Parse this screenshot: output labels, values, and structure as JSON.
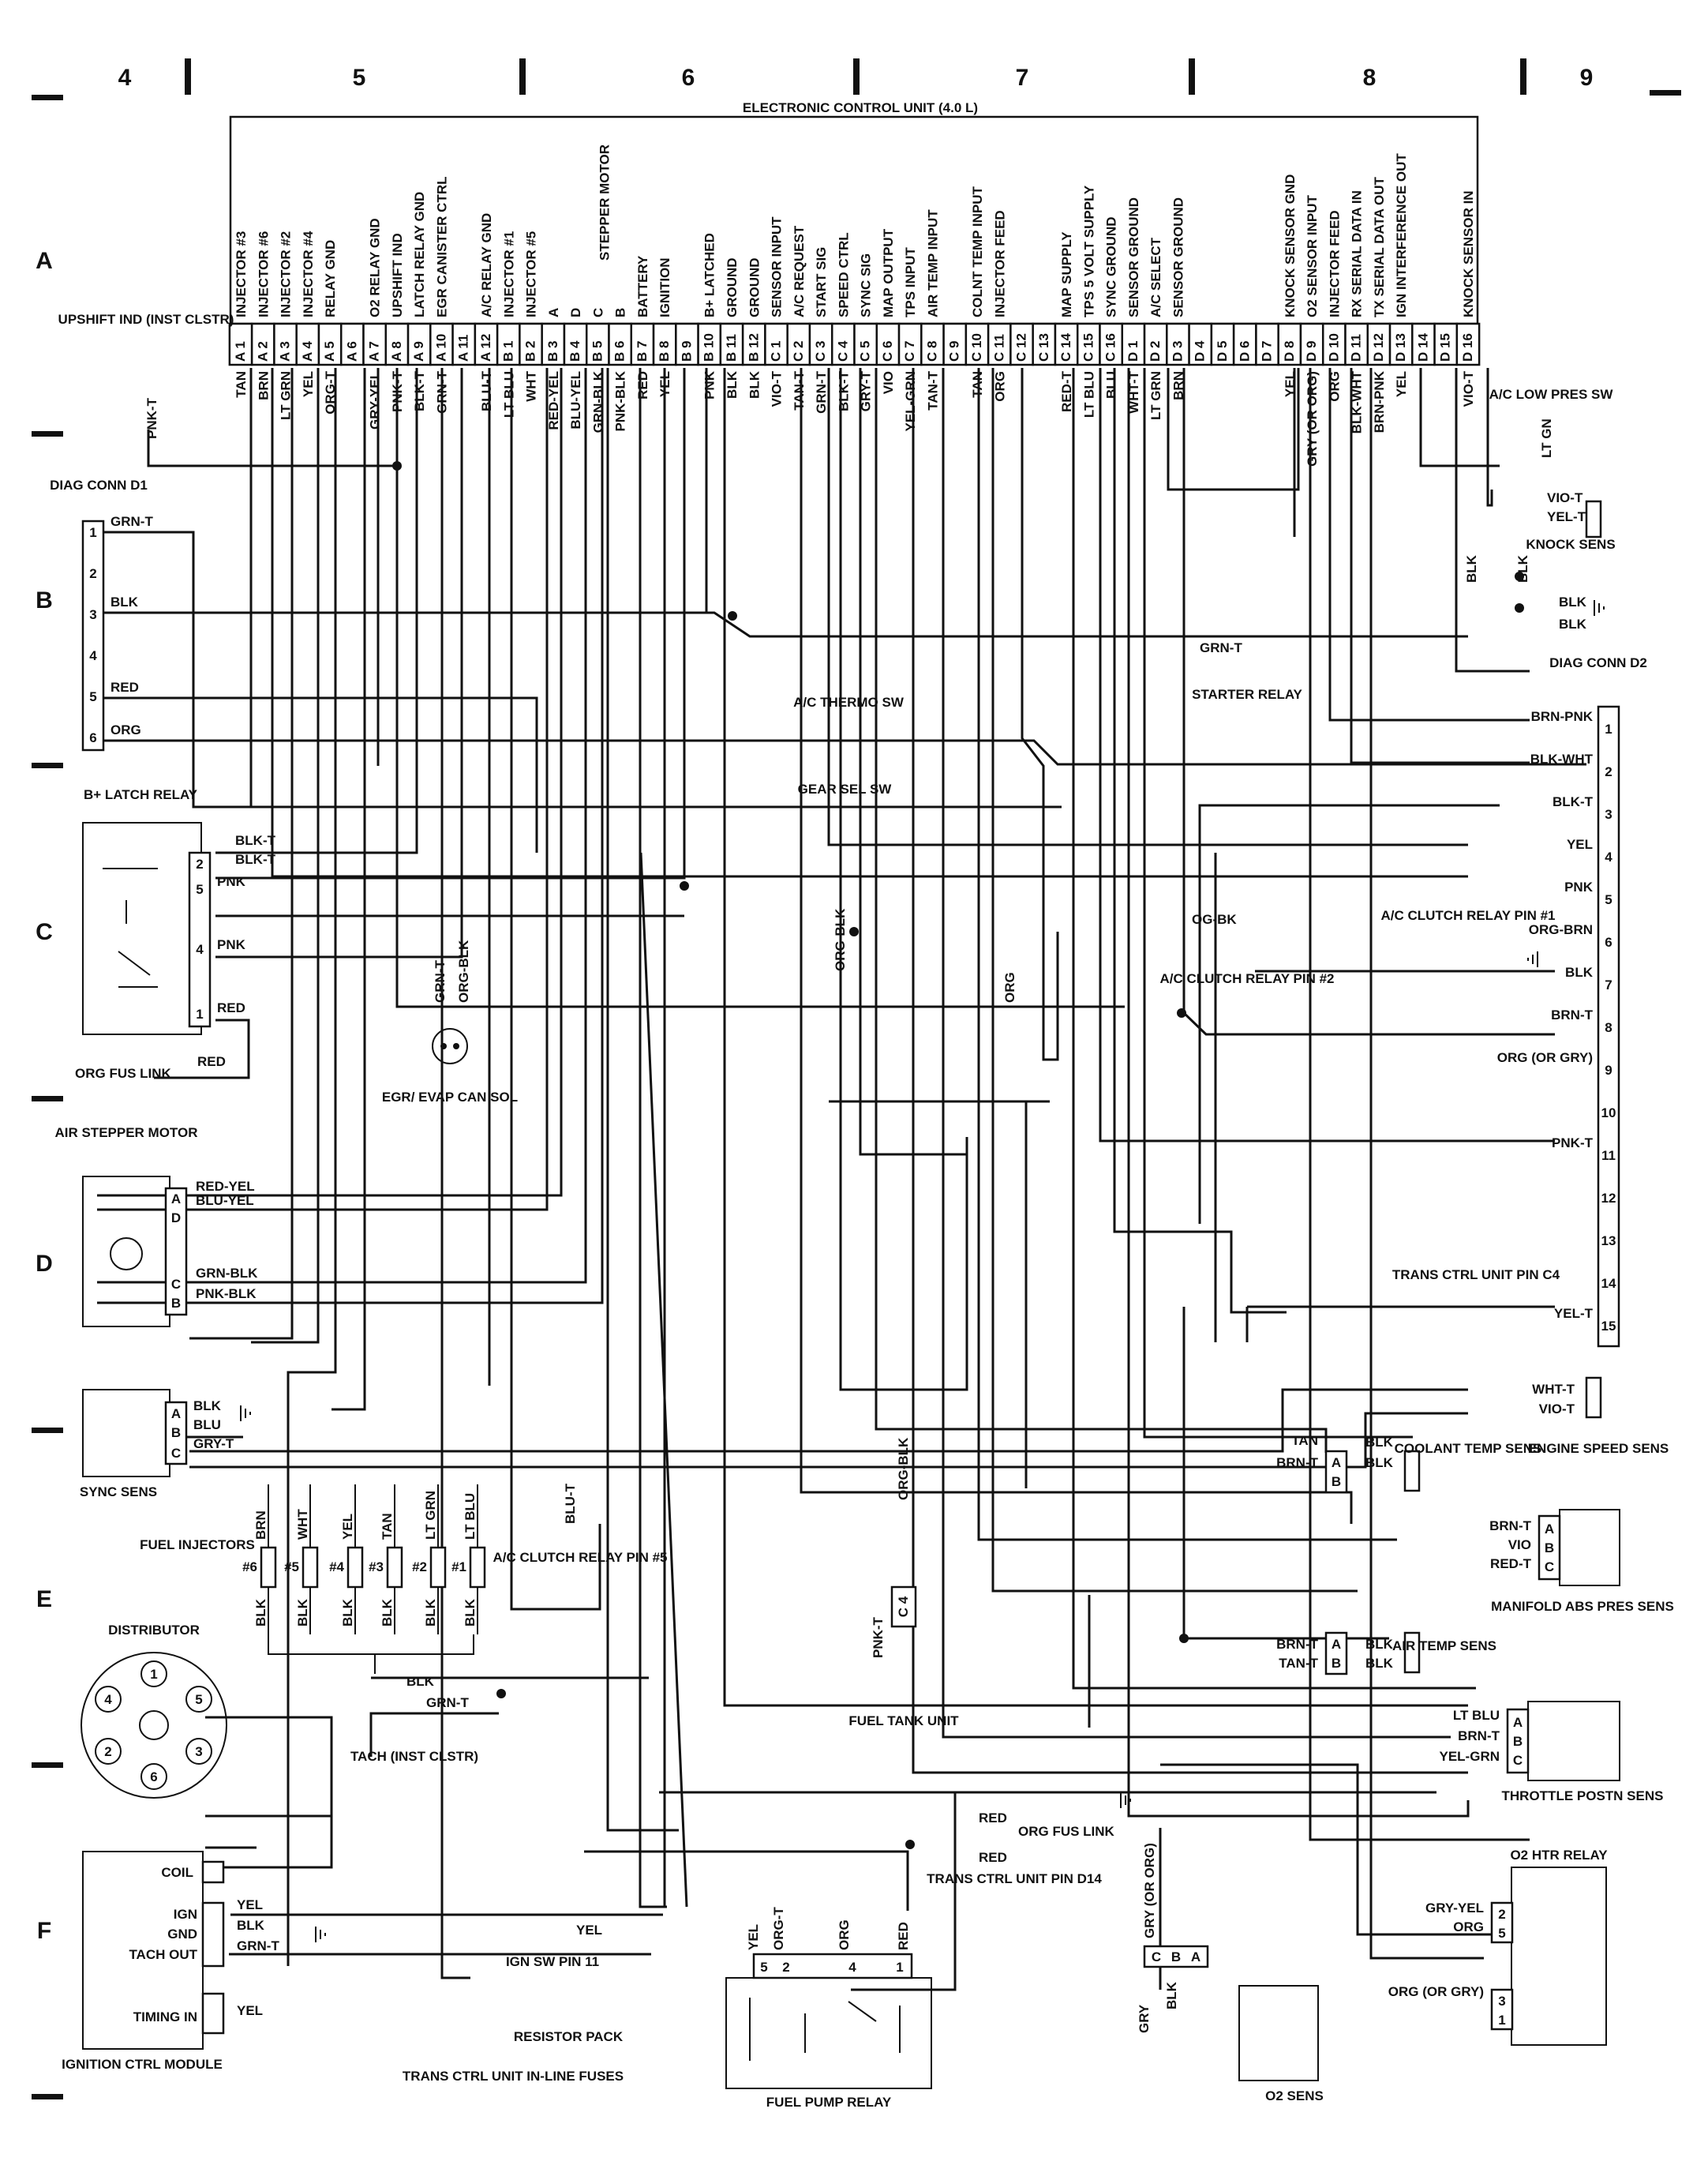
{
  "grid": {
    "columns": [
      "4",
      "5",
      "6",
      "7",
      "8",
      "9"
    ],
    "rows": [
      "A",
      "B",
      "C",
      "D",
      "E",
      "F"
    ]
  },
  "ecu": {
    "title": "ELECTRONIC CONTROL UNIT (4.0 L)",
    "pins": [
      {
        "pin": "A 1",
        "func": "INJECTOR #3",
        "wire": "TAN"
      },
      {
        "pin": "A 2",
        "func": "INJECTOR #6",
        "wire": "BRN"
      },
      {
        "pin": "A 3",
        "func": "INJECTOR #2",
        "wire": "LT GRN"
      },
      {
        "pin": "A 4",
        "func": "INJECTOR #4",
        "wire": "YEL"
      },
      {
        "pin": "A 5",
        "func": "RELAY GND",
        "wire": "ORG-T"
      },
      {
        "pin": "A 6",
        "func": "",
        "wire": ""
      },
      {
        "pin": "A 7",
        "func": "O2 RELAY GND",
        "wire": "GRY-YEL"
      },
      {
        "pin": "A 8",
        "func": "UPSHIFT IND",
        "wire": "PNK-T"
      },
      {
        "pin": "A 9",
        "func": "LATCH RELAY GND",
        "wire": "BLK-T"
      },
      {
        "pin": "A 10",
        "func": "EGR CANISTER CTRL",
        "wire": "GRN-T"
      },
      {
        "pin": "A 11",
        "func": "",
        "wire": ""
      },
      {
        "pin": "A 12",
        "func": "A/C RELAY GND",
        "wire": "BLU-T"
      },
      {
        "pin": "B 1",
        "func": "INJECTOR #1",
        "wire": "LT BLU"
      },
      {
        "pin": "B 2",
        "func": "INJECTOR #5",
        "wire": "WHT"
      },
      {
        "pin": "B 3",
        "func": "A",
        "wire": "RED-YEL"
      },
      {
        "pin": "B 4",
        "func": "D",
        "wire": "BLU-YEL"
      },
      {
        "pin": "B 5",
        "func": "C",
        "wire": "GRN-BLK"
      },
      {
        "pin": "B 6",
        "func": "B",
        "wire": "PNK-BLK"
      },
      {
        "pin": "B 7",
        "func": "BATTERY",
        "wire": "RED"
      },
      {
        "pin": "B 8",
        "func": "IGNITION",
        "wire": "YEL"
      },
      {
        "pin": "B 9",
        "func": "",
        "wire": ""
      },
      {
        "pin": "B 10",
        "func": "B+ LATCHED",
        "wire": "PNK"
      },
      {
        "pin": "B 11",
        "func": "GROUND",
        "wire": "BLK"
      },
      {
        "pin": "B 12",
        "func": "GROUND",
        "wire": "BLK"
      },
      {
        "pin": "C 1",
        "func": "SENSOR INPUT",
        "wire": "VIO-T"
      },
      {
        "pin": "C 2",
        "func": "A/C REQUEST",
        "wire": "TAN-T"
      },
      {
        "pin": "C 3",
        "func": "START SIG",
        "wire": "GRN-T"
      },
      {
        "pin": "C 4",
        "func": "SPEED CTRL",
        "wire": "BLK-T"
      },
      {
        "pin": "C 5",
        "func": "SYNC SIG",
        "wire": "GRY-T"
      },
      {
        "pin": "C 6",
        "func": "MAP OUTPUT",
        "wire": "VIO"
      },
      {
        "pin": "C 7",
        "func": "TPS INPUT",
        "wire": "YEL-GRN"
      },
      {
        "pin": "C 8",
        "func": "AIR TEMP INPUT",
        "wire": "TAN-T"
      },
      {
        "pin": "C 9",
        "func": "",
        "wire": ""
      },
      {
        "pin": "C 10",
        "func": "COLNT TEMP INPUT",
        "wire": "TAN"
      },
      {
        "pin": "C 11",
        "func": "INJECTOR FEED",
        "wire": "ORG"
      },
      {
        "pin": "C 12",
        "func": "",
        "wire": ""
      },
      {
        "pin": "C 13",
        "func": "",
        "wire": ""
      },
      {
        "pin": "C 14",
        "func": "MAP SUPPLY",
        "wire": "RED-T"
      },
      {
        "pin": "C 15",
        "func": "TPS 5 VOLT SUPPLY",
        "wire": "LT BLU"
      },
      {
        "pin": "C 16",
        "func": "SYNC GROUND",
        "wire": "BLU"
      },
      {
        "pin": "D 1",
        "func": "SENSOR GROUND",
        "wire": "WHT-T"
      },
      {
        "pin": "D 2",
        "func": "A/C SELECT",
        "wire": "LT GRN"
      },
      {
        "pin": "D 3",
        "func": "SENSOR GROUND",
        "wire": "BRN"
      },
      {
        "pin": "D 4",
        "func": "",
        "wire": ""
      },
      {
        "pin": "D 5",
        "func": "",
        "wire": ""
      },
      {
        "pin": "D 6",
        "func": "",
        "wire": ""
      },
      {
        "pin": "D 7",
        "func": "",
        "wire": ""
      },
      {
        "pin": "D 8",
        "func": "KNOCK SENSOR GND",
        "wire": "YEL"
      },
      {
        "pin": "D 9",
        "func": "O2 SENSOR INPUT",
        "wire": "GRY (OR ORG)"
      },
      {
        "pin": "D 10",
        "func": "INJECTOR FEED",
        "wire": "ORG"
      },
      {
        "pin": "D 11",
        "func": "RX SERIAL DATA IN",
        "wire": "BLK-WHT"
      },
      {
        "pin": "D 12",
        "func": "TX SERIAL DATA OUT",
        "wire": "BRN-PNK"
      },
      {
        "pin": "D 13",
        "func": "IGN INTERFERENCE OUT",
        "wire": "YEL"
      },
      {
        "pin": "D 14",
        "func": "",
        "wire": ""
      },
      {
        "pin": "D 15",
        "func": "",
        "wire": ""
      },
      {
        "pin": "D 16",
        "func": "KNOCK SENSOR IN",
        "wire": "VIO-T"
      }
    ],
    "stepper_motor_label": "STEPPER MOTOR"
  },
  "labels": {
    "upshift": "UPSHIFT IND (INST CLSTR)",
    "upshift_wire": "PNK-T",
    "diag_conn_d1": "DIAG CONN D1",
    "d1_pins": [
      "1",
      "2",
      "3",
      "4",
      "5",
      "6"
    ],
    "d1_wires": [
      "GRN-T",
      "",
      "BLK",
      "",
      "RED",
      "ORG"
    ],
    "gear_sel": "GEAR SEL SW",
    "ac_thermo": "A/C THERMO SW",
    "starter_relay": "STARTER RELAY",
    "starter_wire": "GRN-T",
    "ac_low": "A/C LOW PRES SW",
    "ac_low_wire": "LT GN",
    "knock_sens": "KNOCK SENS",
    "knock_wires": [
      "VIO-T",
      "YEL-T",
      "BLK",
      "BLK",
      "BLK",
      "BLK"
    ],
    "diag_conn_d2": "DIAG CONN D2",
    "d2_pins": [
      "1",
      "2",
      "3",
      "4",
      "5",
      "6",
      "7",
      "8",
      "9",
      "10",
      "11",
      "12",
      "13",
      "14",
      "15"
    ],
    "d2_wires": [
      "BRN-PNK",
      "BLK-WHT",
      "BLK-T",
      "YEL",
      "PNK",
      "ORG-BRN",
      "BLK",
      "BRN-T",
      "ORG (OR GRY)",
      "",
      "PNK-T",
      "",
      "",
      "",
      "YEL-T"
    ],
    "ac_clutch_pin1": "A/C CLUTCH RELAY PIN #1",
    "ac_clutch_pin2": "A/C CLUTCH RELAY PIN #2",
    "og_bk": "OG-BK",
    "trans_ctrl_c4": "TRANS CTRL UNIT PIN C4",
    "b_latch_relay": "B+ LATCH RELAY",
    "latch_pins": [
      "2",
      "5",
      "4",
      "1"
    ],
    "latch_wires": [
      "BLK-T",
      "BLK-T",
      "PNK",
      "PNK",
      "RED"
    ],
    "org_fus_link": "ORG FUS LINK",
    "red": "RED",
    "egr": "EGR/ EVAP CAN SOL",
    "egr_wires": [
      "GRN-T",
      "ORG-BLK"
    ],
    "org_blk": "ORG-BLK",
    "org": "ORG",
    "air_stepper": "AIR STEPPER MOTOR",
    "stepper_pins": [
      "A",
      "D",
      "C",
      "B"
    ],
    "stepper_wires": [
      "RED-YEL",
      "BLU-YEL",
      "GRN-BLK",
      "PNK-BLK"
    ],
    "sync_sens": "SYNC SENS",
    "sync_pins": [
      "A",
      "B",
      "C"
    ],
    "sync_wires": [
      "BLK",
      "BLU",
      "GRY-T"
    ],
    "fuel_injectors": "FUEL INJECTORS",
    "inj_nums": [
      "#6",
      "#5",
      "#4",
      "#3",
      "#2",
      "#1"
    ],
    "inj_top_wires": [
      "BRN",
      "WHT",
      "YEL",
      "TAN",
      "LT GRN",
      "LT BLU"
    ],
    "inj_bot_wires": [
      "BLK",
      "BLK",
      "BLK",
      "BLK",
      "BLK",
      "BLK"
    ],
    "ac_clutch_pin5": "A/C CLUTCH RELAY PIN #5",
    "blu_t": "BLU-T",
    "engine_speed": "ENGINE SPEED SENS",
    "engine_speed_wires": [
      "WHT-T",
      "VIO-T"
    ],
    "coolant": "COOLANT TEMP SENS",
    "coolant_wires": [
      "TAN",
      "BRN-T",
      "BLK",
      "BLK"
    ],
    "ab": [
      "A",
      "B"
    ],
    "manifold": "MANIFOLD ABS PRES SENS",
    "manifold_wires": [
      "BRN-T",
      "VIO",
      "RED-T"
    ],
    "abc": [
      "A",
      "B",
      "C"
    ],
    "air_temp": "AIR TEMP SENS",
    "air_temp_wires": [
      "BRN-T",
      "TAN-T",
      "BLK",
      "BLK"
    ],
    "throttle": "THROTTLE POSTN SENS",
    "throttle_wires": [
      "LT BLU",
      "BRN-T",
      "YEL-GRN"
    ],
    "distributor": "DISTRIBUTOR",
    "dist_nums": [
      "1",
      "2",
      "3",
      "4",
      "5",
      "6"
    ],
    "tach": "TACH (INST CLSTR)",
    "tach_wires": [
      "BLK",
      "GRN-T"
    ],
    "fuel_tank": "FUEL TANK UNIT",
    "fuel_tank_wires": [
      "PNK-T",
      "ORG-BLK",
      "C 4"
    ],
    "org_fus_link2": "ORG FUS LINK",
    "trans_d14": "TRANS CTRL UNIT PIN D14",
    "red_wires": [
      "RED",
      "RED"
    ],
    "ign_module": "IGNITION CTRL MODULE",
    "module_pins": [
      "COIL",
      "IGN",
      "GND",
      "TACH OUT",
      "TIMING IN"
    ],
    "module_wires": [
      "YEL",
      "BLK",
      "GRN-T",
      "YEL"
    ],
    "ign_sw": "IGN SW PIN 11",
    "yel": "YEL",
    "resistor_pack": "RESISTOR PACK",
    "trans_fuses": "TRANS CTRL UNIT IN-LINE FUSES",
    "fuel_pump": "FUEL PUMP RELAY",
    "fp_pins": [
      "5",
      "2",
      "4",
      "1"
    ],
    "fp_wires": [
      "YEL",
      "ORG-T",
      "ORG",
      "RED"
    ],
    "o2_htr": "O2 HTR RELAY",
    "o2_htr_pins": [
      "2",
      "5",
      "3",
      "1"
    ],
    "o2_htr_wires": [
      "GRY-YEL",
      "ORG",
      "ORG (OR GRY)"
    ],
    "o2_sens": "O2 SENS",
    "o2_wires": [
      "GRY",
      "GRY (OR ORG)",
      "BLK",
      "ORG (OR GRY)"
    ],
    "o2_pins": [
      "C",
      "B",
      "A"
    ]
  }
}
